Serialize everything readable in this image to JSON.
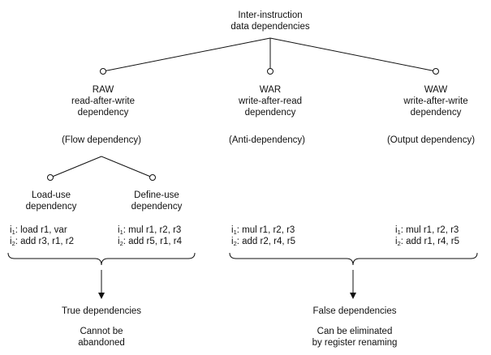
{
  "root": {
    "line1": "Inter-instruction",
    "line2": "data dependencies"
  },
  "raw": {
    "abbr": "RAW",
    "full": "read-after-write",
    "word": "dependency",
    "alias": "(Flow dependency)"
  },
  "war": {
    "abbr": "WAR",
    "full": "write-after-read",
    "word": "dependency",
    "alias": "(Anti-dependency)"
  },
  "waw": {
    "abbr": "WAW",
    "full": "write-after-write",
    "word": "dependency",
    "alias": "(Output dependency)"
  },
  "load_use": {
    "line1": "Load-use",
    "line2": "dependency"
  },
  "define_use": {
    "line1": "Define-use",
    "line2": "dependency"
  },
  "examples": {
    "instr_letter": "i",
    "sub1": "1",
    "sub2": "2",
    "load_use": {
      "i1": ": load r1, var",
      "i2": ": add r3, r1, r2"
    },
    "define_use": {
      "i1": ": mul r1, r2, r3",
      "i2": ": add r5, r1, r4"
    },
    "war": {
      "i1": ": mul r1, r2, r3",
      "i2": ": add r2, r4, r5"
    },
    "waw": {
      "i1": ": mul r1, r2, r3",
      "i2": ": add r1, r4, r5"
    }
  },
  "true_deps": {
    "title": "True dependencies",
    "line1": "Cannot be",
    "line2": "abandoned"
  },
  "false_deps": {
    "title": "False dependencies",
    "line1": "Can be eliminated",
    "line2": "by register renaming"
  },
  "colors": {
    "ink": "#111111",
    "background": "#ffffff"
  }
}
